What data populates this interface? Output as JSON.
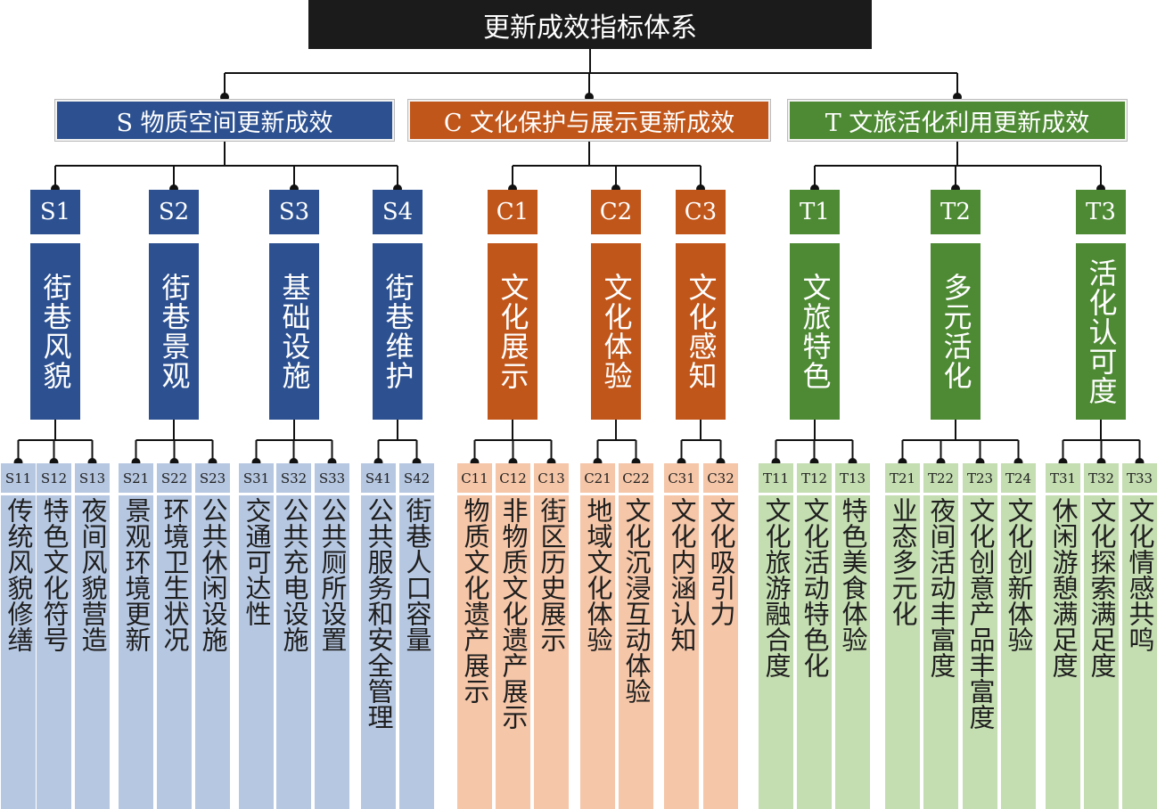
{
  "title": "更新成效指标体系",
  "colors": {
    "root": "#1b1b1b",
    "S": {
      "dark": "#2d5190",
      "light": "#b6c7e1"
    },
    "C": {
      "dark": "#c1561a",
      "light": "#f5c6a8"
    },
    "T": {
      "dark": "#4e8a34",
      "light": "#c4ddb1"
    }
  },
  "dimensions": [
    {
      "key": "S",
      "label": "S 物质空间更新成效",
      "criteria": [
        {
          "code": "S1",
          "name": "街巷风貌",
          "indicators": [
            {
              "code": "S11",
              "name": "传统风貌修缮"
            },
            {
              "code": "S12",
              "name": "特色文化符号"
            },
            {
              "code": "S13",
              "name": "夜间风貌营造"
            }
          ]
        },
        {
          "code": "S2",
          "name": "街巷景观",
          "indicators": [
            {
              "code": "S21",
              "name": "景观环境更新"
            },
            {
              "code": "S22",
              "name": "环境卫生状况"
            },
            {
              "code": "S23",
              "name": "公共休闲设施"
            }
          ]
        },
        {
          "code": "S3",
          "name": "基础设施",
          "indicators": [
            {
              "code": "S31",
              "name": "交通可达性"
            },
            {
              "code": "S32",
              "name": "公共充电设施"
            },
            {
              "code": "S33",
              "name": "公共厕所设置"
            }
          ]
        },
        {
          "code": "S4",
          "name": "街巷维护",
          "indicators": [
            {
              "code": "S41",
              "name": "公共服务和安全管理"
            },
            {
              "code": "S42",
              "name": "街巷人口容量"
            }
          ]
        }
      ]
    },
    {
      "key": "C",
      "label": "C 文化保护与展示更新成效",
      "criteria": [
        {
          "code": "C1",
          "name": "文化展示",
          "indicators": [
            {
              "code": "C11",
              "name": "物质文化遗产展示"
            },
            {
              "code": "C12",
              "name": "非物质文化遗产展示"
            },
            {
              "code": "C13",
              "name": "街区历史展示"
            }
          ]
        },
        {
          "code": "C2",
          "name": "文化体验",
          "indicators": [
            {
              "code": "C21",
              "name": "地域文化体验"
            },
            {
              "code": "C22",
              "name": "文化沉浸互动体验"
            }
          ]
        },
        {
          "code": "C3",
          "name": "文化感知",
          "indicators": [
            {
              "code": "C31",
              "name": "文化内涵认知"
            },
            {
              "code": "C32",
              "name": "文化吸引力"
            }
          ]
        }
      ]
    },
    {
      "key": "T",
      "label": "T 文旅活化利用更新成效",
      "criteria": [
        {
          "code": "T1",
          "name": "文旅特色",
          "indicators": [
            {
              "code": "T11",
              "name": "文化旅游融合度"
            },
            {
              "code": "T12",
              "name": "文化活动特色化"
            },
            {
              "code": "T13",
              "name": "特色美食体验"
            }
          ]
        },
        {
          "code": "T2",
          "name": "多元活化",
          "indicators": [
            {
              "code": "T21",
              "name": "业态多元化"
            },
            {
              "code": "T22",
              "name": "夜间活动丰富度"
            },
            {
              "code": "T23",
              "name": "文化创意产品丰富度"
            },
            {
              "code": "T24",
              "name": "文化创新体验"
            }
          ]
        },
        {
          "code": "T3",
          "name": "活化认可度",
          "indicators": [
            {
              "code": "T31",
              "name": "休闲游憩满足度"
            },
            {
              "code": "T32",
              "name": "文化探索满足度"
            },
            {
              "code": "T33",
              "name": "文化情感共鸣"
            }
          ]
        }
      ]
    }
  ]
}
